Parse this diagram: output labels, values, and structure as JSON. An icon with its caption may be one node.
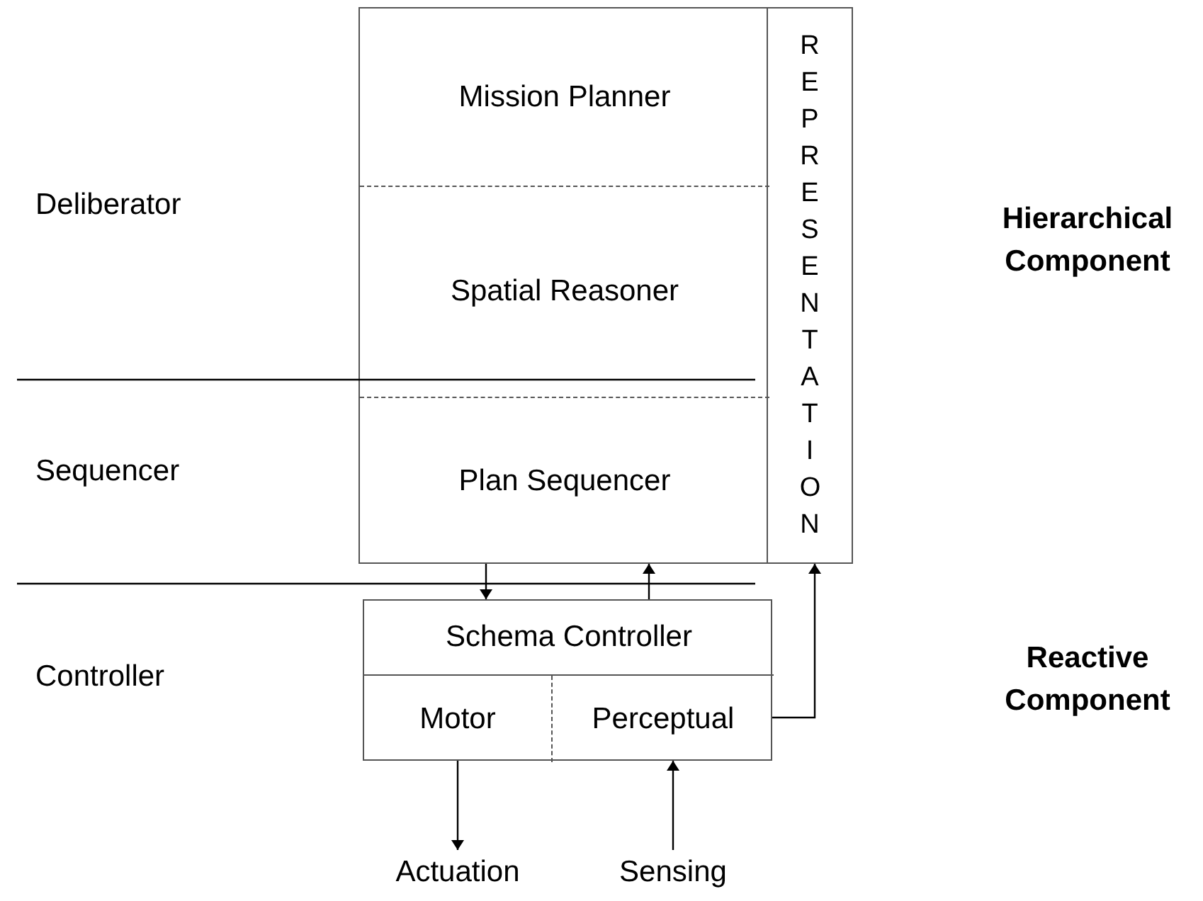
{
  "diagram": {
    "nodes": [
      {
        "text": [],
        "shape": "box"
      },
      {
        "text": [
          "Mission Planner"
        ],
        "in": 0
      },
      {
        "text": [
          "Spatial Reasoner"
        ],
        "in": 0
      },
      {
        "text": [
          "Plan Sequencer"
        ],
        "in": 0
      },
      {
        "text": [
          "REPRESENTATION"
        ]
      },
      {
        "text": [],
        "shape": "box"
      },
      {
        "text": [
          "Schema Controller"
        ],
        "in": 5
      },
      {
        "text": [
          "Motor"
        ],
        "in": 5
      },
      {
        "text": [
          "Perceptual"
        ],
        "in": 5
      },
      {
        "text": [
          "Actuation"
        ]
      },
      {
        "text": [
          "Sensing"
        ]
      }
    ],
    "edges": [
      {
        "from": 3,
        "to": 6,
        "arrow": "to"
      },
      {
        "from": 6,
        "to": 3,
        "arrow": "to"
      },
      {
        "from": 8,
        "to": 4,
        "arrow": "to"
      },
      {
        "from": 7,
        "to": 9,
        "arrow": "to"
      },
      {
        "from": 10,
        "to": 8,
        "arrow": "to"
      }
    ],
    "labels": [
      "Deliberator",
      "Hierarchical Component",
      "Sequencer",
      "Controller",
      "Reactive Component"
    ]
  }
}
